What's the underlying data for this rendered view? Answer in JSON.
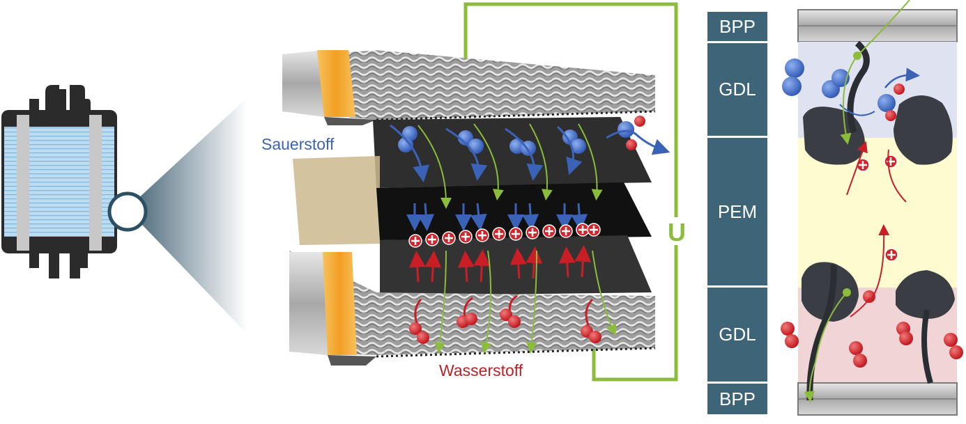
{
  "labels": {
    "oxygen": "Sauerstoff",
    "hydrogen": "Wasserstoff",
    "voltage": "U"
  },
  "layers": [
    {
      "key": "bpp_top",
      "label": "BPP"
    },
    {
      "key": "gdl_top",
      "label": "GDL"
    },
    {
      "key": "pem",
      "label": "PEM"
    },
    {
      "key": "gdl_bottom",
      "label": "GDL"
    },
    {
      "key": "bpp_bottom",
      "label": "BPP"
    }
  ],
  "colors": {
    "oxygen": "#3a63b8",
    "hydrogen": "#d1252b",
    "electron_path": "#8cbc3b",
    "layer_column": "#3e6577",
    "gasket": "#f2a93b",
    "membrane_zone": "#fdfbcf",
    "cathode_zone": "#dfe3f1",
    "anode_zone": "#f1d5d6"
  },
  "icons": [
    "oxygen-molecule-icon",
    "hydrogen-molecule-icon",
    "proton-icon",
    "electron-icon",
    "fuel-cell-stack-icon"
  ]
}
